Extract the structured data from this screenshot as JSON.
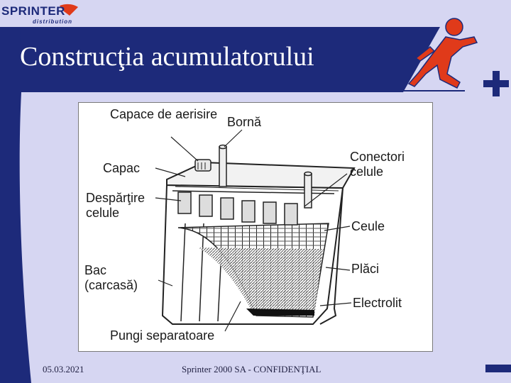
{
  "logo": {
    "brand": "SPRINTER",
    "sub": "distribution"
  },
  "slide": {
    "title": "Construcţia acumulatorului"
  },
  "figure": {
    "labels": {
      "vent_caps": "Capace de aerisire",
      "terminal": "Bornă",
      "lid": "Capac",
      "cell_divider": "Despărţire celule",
      "cell_connectors": "Conectori celule",
      "cells": "Ceule",
      "case": "Bac (carcasă)",
      "plates": "Plăci",
      "electrolyte": "Electrolit",
      "separator_bags": "Pungi separatoare"
    }
  },
  "footer": {
    "date": "05.03.2021",
    "confidential": "Sprinter 2000 SA - CONFIDENŢIAL"
  },
  "colors": {
    "background": "#d6d6f2",
    "navy": "#1d2a7a",
    "accent": "#e03a1a"
  }
}
